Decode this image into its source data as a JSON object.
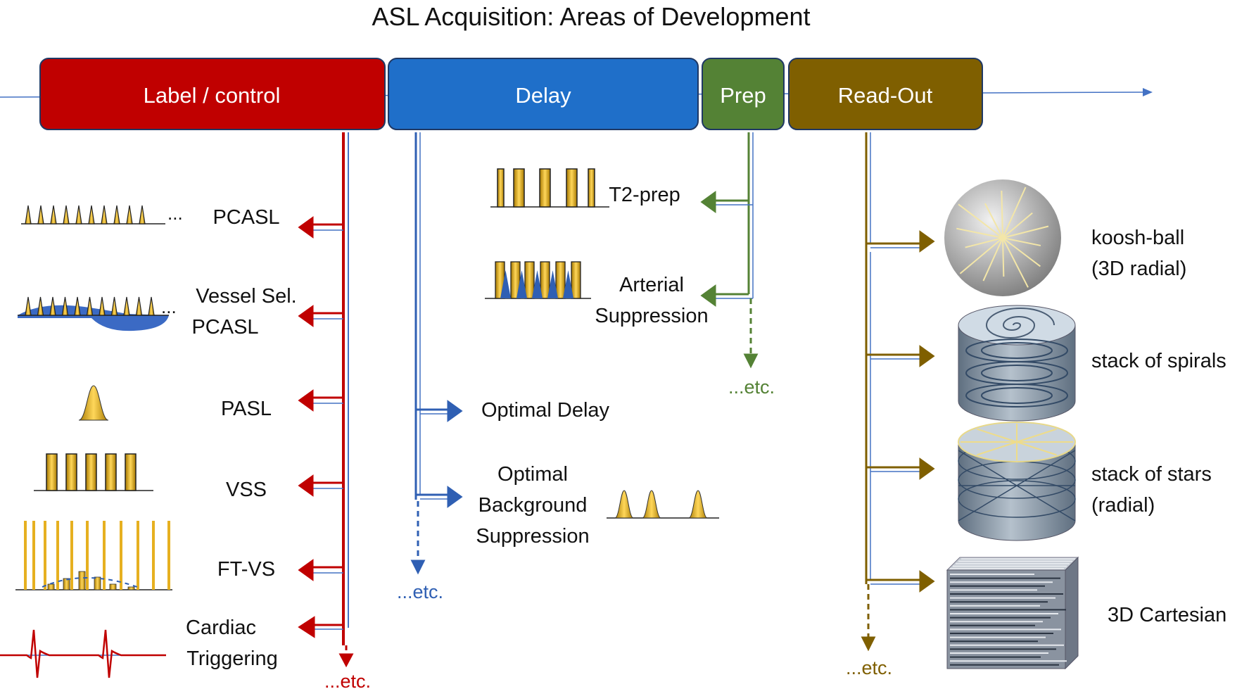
{
  "title": "ASL Acquisition: Areas of Development",
  "colors": {
    "label": "#c00000",
    "delay": "#1f6fc9",
    "prep": "#548235",
    "readout": "#7f5f00",
    "pulse": "#e6b020",
    "timeline": "#4472c4",
    "ecg": "#c00000"
  },
  "sections": {
    "label": "Label / control",
    "delay": "Delay",
    "prep": "Prep",
    "readout": "Read-Out"
  },
  "label_items": [
    "PCASL",
    "Vessel Sel.",
    "PCASL",
    "PASL",
    "VSS",
    "FT-VS",
    "Cardiac",
    "Triggering"
  ],
  "delay_items": [
    "Optimal Delay",
    "Optimal",
    "Background",
    "Suppression"
  ],
  "prep_items": [
    "T2-prep",
    "Arterial",
    "Suppression"
  ],
  "readout_items": [
    "koosh-ball",
    "(3D radial)",
    "stack of spirals",
    "stack of stars",
    "(radial)",
    "3D Cartesian"
  ],
  "etc": "...etc.",
  "ellipsis": "..."
}
